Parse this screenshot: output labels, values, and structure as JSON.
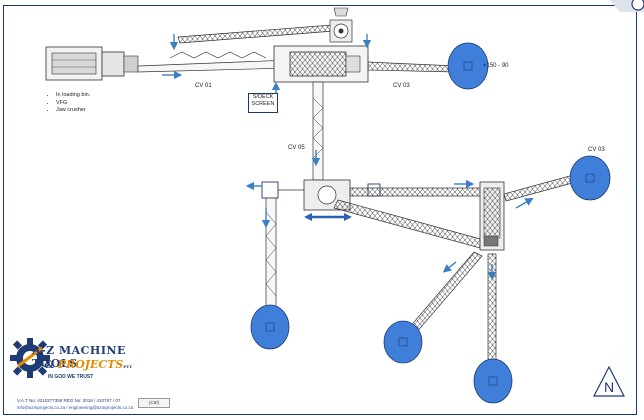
{
  "labels": {
    "cv01": "CV 01",
    "cv03_top": "CV 03",
    "cv03_right": "CV 03",
    "cv05": "CV 05",
    "size": "+150 - 90",
    "screen_line1": "S/DECK",
    "screen_line2": "SCREEN"
  },
  "notes": [
    "In loading bin.",
    "VFG",
    "Jaw crusher"
  ],
  "company": {
    "name_line1": "A-Z MACHINE TOOLS",
    "name_line2": "PROJECTS",
    "ampersand": "&",
    "suffix": "PTY",
    "tagline": "IN GOD WE TRUST",
    "vat": "V.A.T No: 4210277358    REG No: 2016 / 410757 / 07",
    "email": "info@azmprojects.co.za / engineering@azmprojects.co.za"
  },
  "north_label": "N",
  "paste_control": "(Ctrl)",
  "colors": {
    "stockpile": "#3f7fd9",
    "stockpile_edge": "#1f3b73",
    "arrow": "#3a7fc4",
    "border": "#1a3a6b"
  }
}
